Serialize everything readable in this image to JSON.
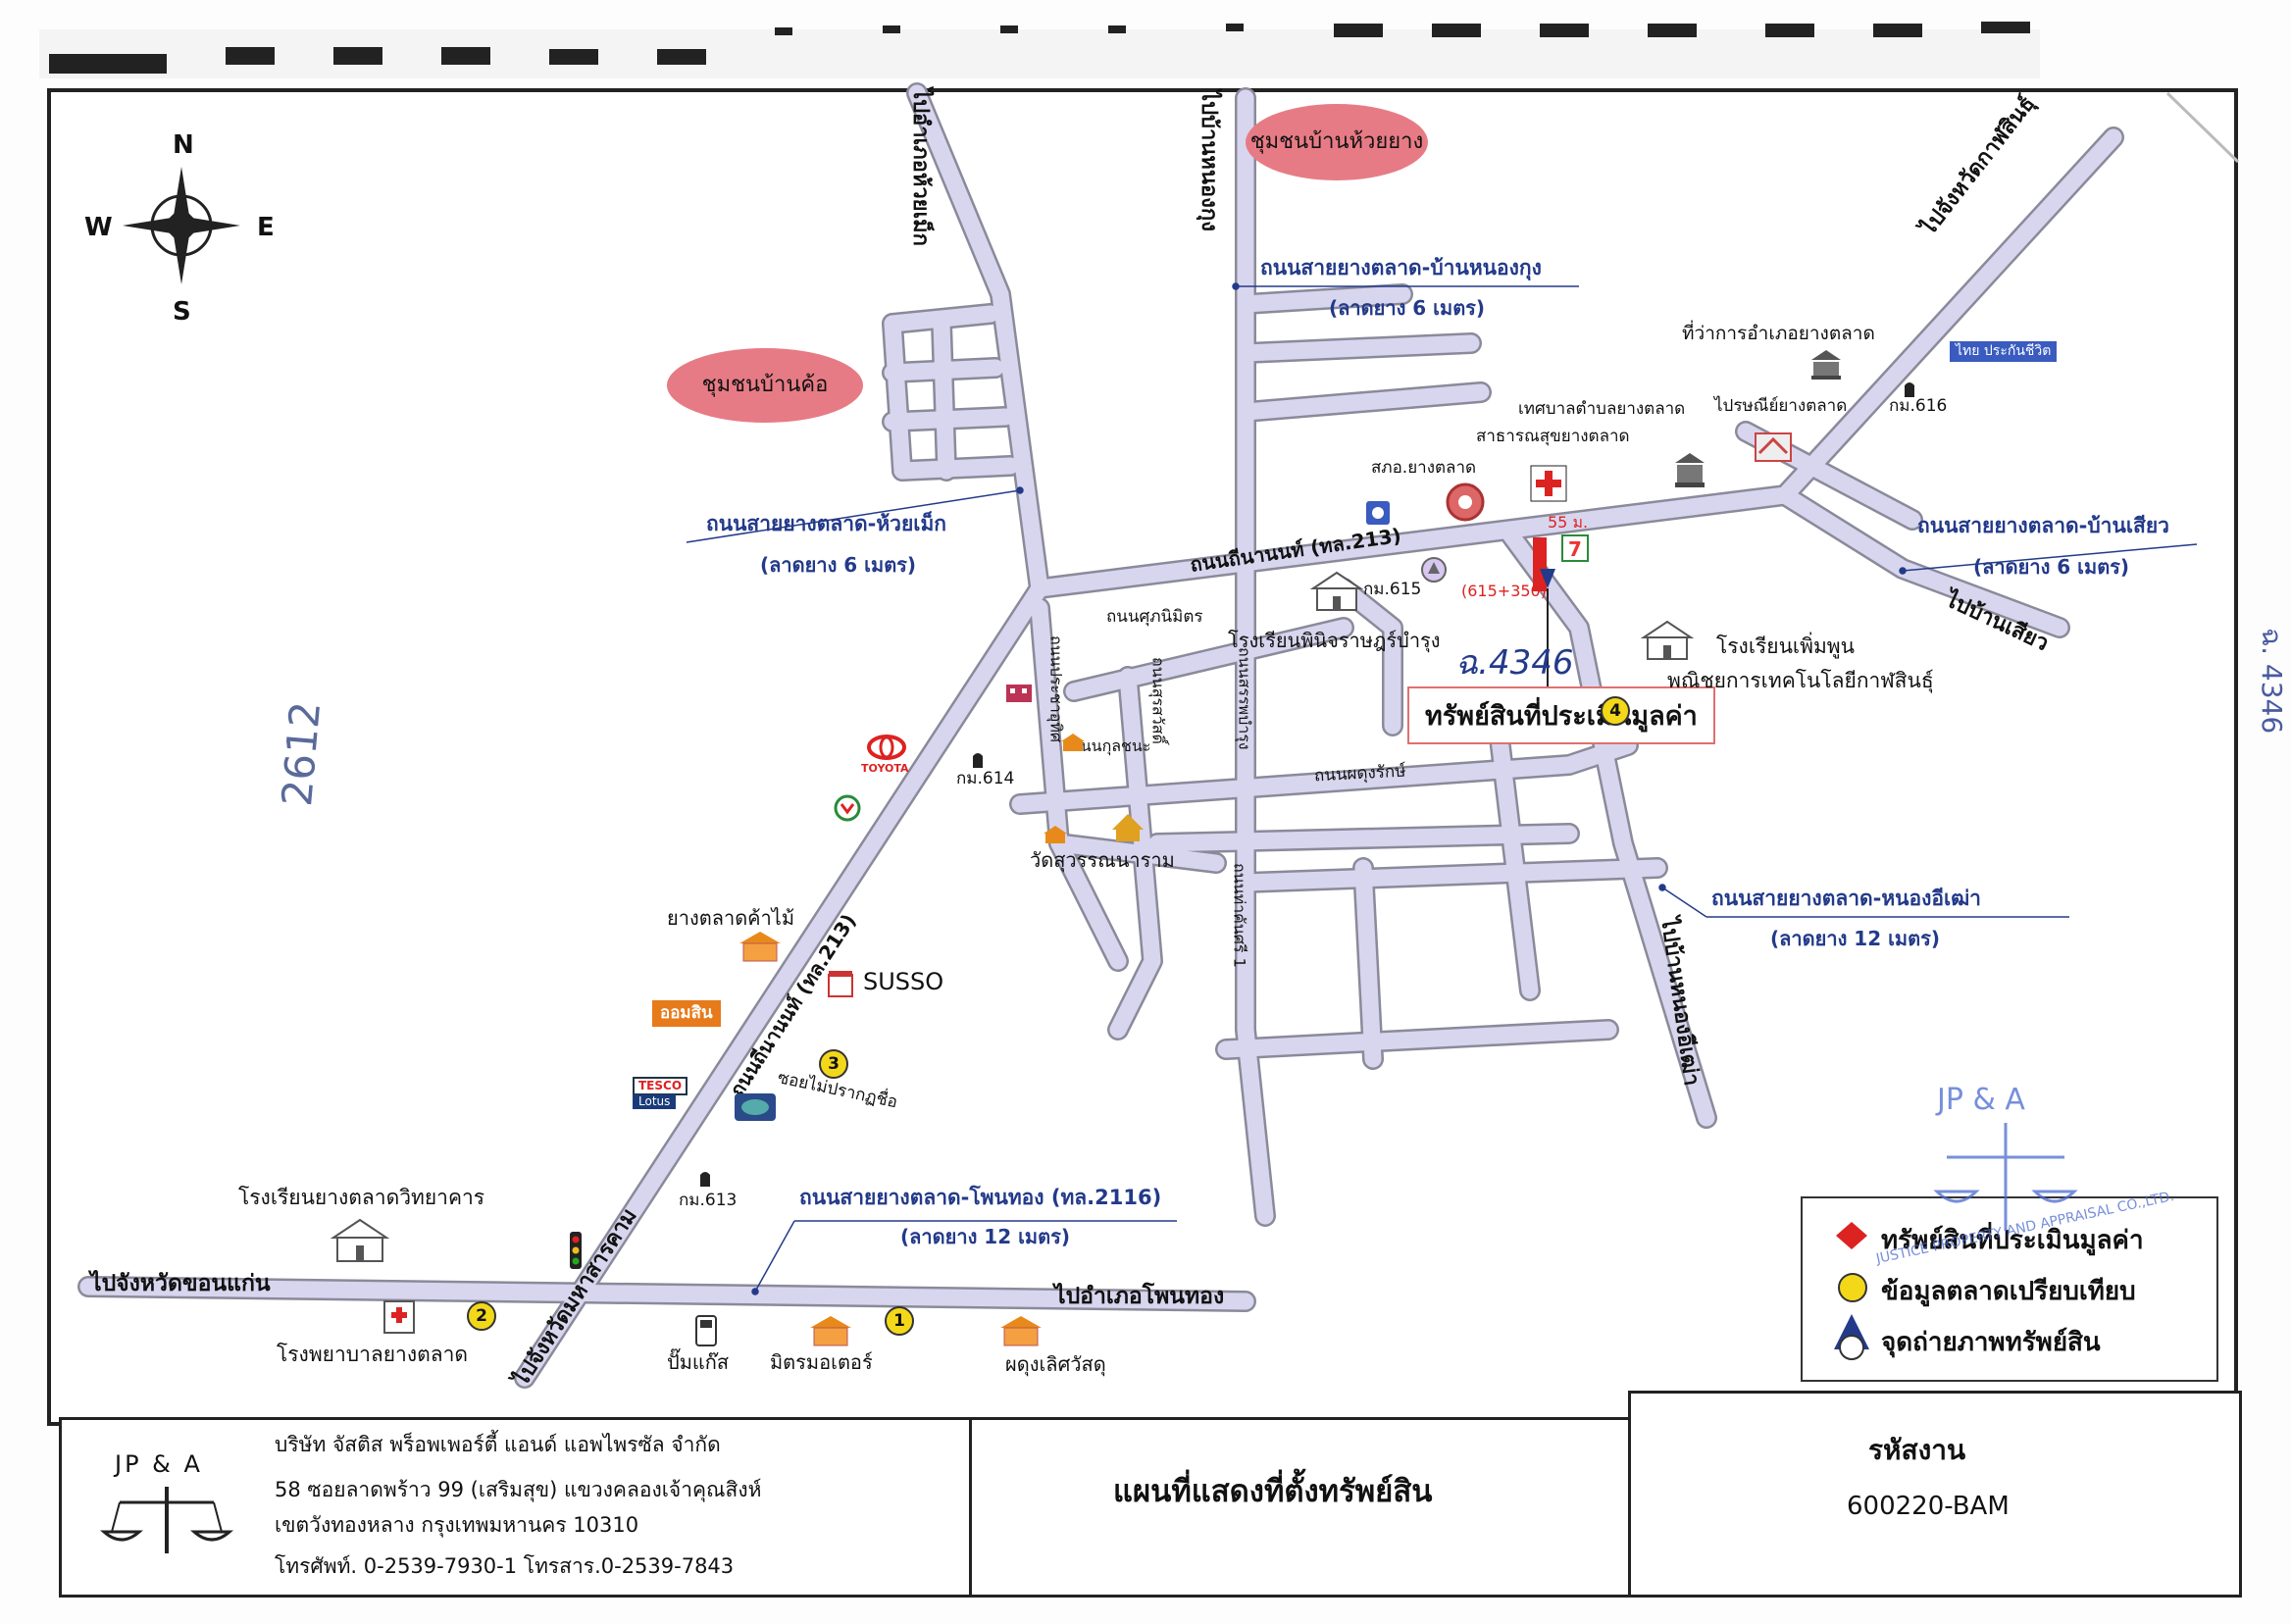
{
  "map": {
    "compass": {
      "n": "N",
      "s": "S",
      "e": "E",
      "w": "W"
    },
    "communities": {
      "huai_yang": "ชุมชนบ้านห้วยยาง",
      "kho": "ชุมชนบ้านค้อ"
    },
    "directions": {
      "to_huai_mek": "ไปอำเภอห้วยเม็ก",
      "to_nong_kung": "ไปบ้านหนองกุง",
      "to_kalasin": "ไปจังหวัดกาฬสินธุ์",
      "to_siao": "ไปบ้านเสียว",
      "to_nong_i_thao": "ไปบ้านหนองอีเฒ่า",
      "to_khon_kaen": "ไปจังหวัดขอนแก่น",
      "to_maha_sarakham": "ไปจังหวัดมหาสารคาม",
      "to_phon_thong": "ไปอำเภอโพนทอง"
    },
    "roads": {
      "nong_kung_name": "ถนนสายยางตลาด-บ้านหนองกุง",
      "nong_kung_width": "(ลาดยาง 6 เมตร)",
      "huai_mek_name": "ถนนสายยางตลาด-ห้วยเม็ก",
      "huai_mek_width": "(ลาดยาง 6 เมตร)",
      "siao_name": "ถนนสายยางตลาด-บ้านเสียว",
      "siao_width": "(ลาดยาง 6 เมตร)",
      "nong_i_thao_name": "ถนนสายยางตลาด-หนองอีเฒ่า",
      "nong_i_thao_width": "(ลาดยาง 12 เมตร)",
      "phon_thong_name": "ถนนสายยางตลาด-โพนทอง (ทล.2116)",
      "phon_thong_width": "(ลาดยาง 12 เมตร)",
      "thinanon_main": "ถนนถีนานนท์ (ทล.213)",
      "thinanon_diag": "ถนนถีนานนท์ (ทล.213)",
      "supnimit": "ถนนศุภนิมิตร",
      "prachauthit": "ถนนประชาอุทิศ",
      "kulchana": "ถนนกุลชนะ",
      "surasawat": "ถนนสุรสวัสดิ์",
      "sanphanbamrung": "ถนนสรรพบำรุง",
      "phadungrak": "ถนนผดุงรักษ์",
      "thakhasri": "ถนนท่าคันศรี 1",
      "soi_unnamed": "ซอยไม่ปรากฏชื่อ"
    },
    "places": {
      "district_office": "ที่ว่าการอำเภอยางตลาด",
      "municipality": "เทศบาลตำบลยางตลาด",
      "health_office": "สาธารณสุขยางตลาด",
      "post_office": "ไปรษณีย์ยางตลาด",
      "ska": "สภอ.ยางตลาด",
      "school_phinit": "โรงเรียนพินิจราษฎร์บำรุง",
      "school_phoemphun": "โรงเรียนเพิ่มพูน",
      "school_phoemphun_2": "พณิชยการเทคโนโลยีกาฬสินธุ์",
      "school_withayakhan": "โรงเรียนยางตลาดวิทยาคาร",
      "hospital": "โรงพยาบาลยางตลาด",
      "wat": "วัดสุวรรณนาราม",
      "yang_talat_wood": "ยางตลาดค้าไม้",
      "susso": "SUSSO",
      "omsin": "ออมสิน",
      "tesco": "TESCO",
      "lotus": "Lotus",
      "toyota": "TOYOTA",
      "ptt": "ปั๊มแก๊ส",
      "mitr_motor": "มิตรมอเตอร์",
      "phadung": "ผดุงเลิศวัสดุ",
      "thai_life": "ไทย ประกันชีวิต"
    },
    "km_markers": {
      "km616": "กม.616",
      "km615": "กม.615",
      "km614": "กม.614",
      "km613": "กม.613",
      "station": "(615+350)",
      "distance": "55 ม."
    },
    "subject": {
      "label": "ทรัพย์สินที่ประเมินมูลค่า",
      "handwritten": "ฉ.4346"
    },
    "badges": {
      "b1": "1",
      "b2": "2",
      "b3": "3",
      "b4": "4"
    },
    "margin_notes": {
      "left": "2612",
      "right": "ฉ. 4346"
    },
    "stamp": {
      "top": "JP & A",
      "ring": "JUSTICE PROPERTY AND APPRAISAL CO.,LTD."
    }
  },
  "legend": {
    "subject": "ทรัพย์สินที่ประเมินมูลค่า",
    "comparables": "ข้อมูลตลาดเปรียบเทียบ",
    "photo_point": "จุดถ่ายภาพทรัพย์สิน"
  },
  "footer": {
    "logo": "JP & A",
    "company": "บริษัท จัสติส พร็อพเพอร์ตี้ แอนด์ แอพไพรซัล จำกัด",
    "address1": "58 ซอยลาดพร้าว 99 (เสริมสุข)  แขวงคลองเจ้าคุณสิงห์",
    "address2": "เขตวังทองหลาง กรุงเทพมหานคร 10310",
    "phone": "โทรศัพท์. 0-2539-7930-1  โทรสาร.0-2539-7843",
    "title": "แผนที่แสดงที่ตั้งทรัพย์สิน",
    "code_label": "รหัสงาน",
    "code_value": "600220-BAM"
  },
  "colors": {
    "road_fill": "#d8d6ee",
    "road_edge": "#777",
    "blue_text": "#233a8a",
    "oval": "#e77b85",
    "badge": "#f3d81a",
    "red": "#d22"
  }
}
